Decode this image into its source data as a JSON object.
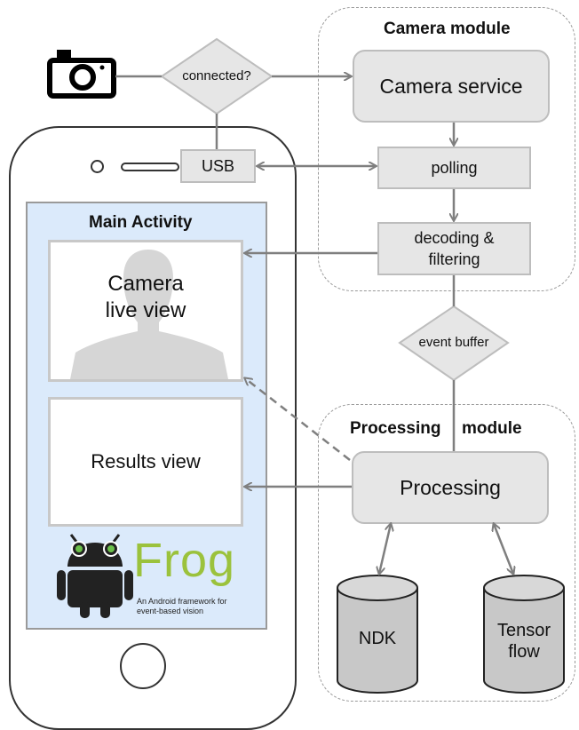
{
  "camera_module": {
    "title": "Camera module",
    "service_label": "Camera service",
    "polling_label": "polling",
    "decoding_label": "decoding &\nfiltering"
  },
  "connection": {
    "decision_label": "connected?",
    "usb_label": "USB"
  },
  "app": {
    "title": "Main Activity",
    "camera_view_label": "Camera\nlive view",
    "results_view_label": "Results view"
  },
  "buffer": {
    "label": "event buffer"
  },
  "processing_module": {
    "title_left": "Processing",
    "title_right": "module",
    "processing_label": "Processing",
    "ndk_label": "NDK",
    "tensorflow_label": "Tensor\nflow"
  },
  "logo": {
    "name": "Frog",
    "tagline": "An Android framework for\nevent-based vision",
    "accent_color": "#9bc23c"
  },
  "colors": {
    "box_fill": "#e6e6e6",
    "box_border": "#bdbdbd",
    "screen_fill": "#dbeafb",
    "arrow": "#7f7f7f"
  }
}
